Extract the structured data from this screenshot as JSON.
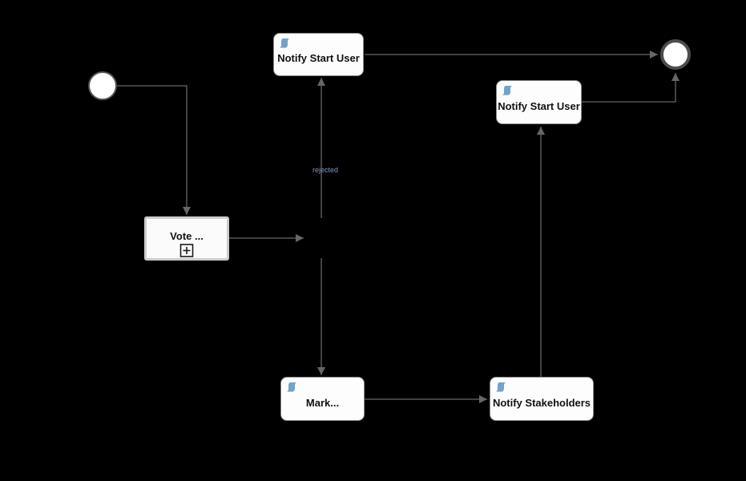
{
  "diagram": {
    "nodes": {
      "start_event": {
        "kind": "start-event"
      },
      "notify_start_user_top": {
        "kind": "script-task",
        "label": "Notify Start User"
      },
      "vote_subprocess": {
        "kind": "collapsed-subprocess",
        "label": "Vote ..."
      },
      "gateway": {
        "kind": "gateway"
      },
      "mark_task": {
        "kind": "script-task",
        "label": "Mark..."
      },
      "notify_stakeholders_task": {
        "kind": "script-task",
        "label": "Notify Stakeholders"
      },
      "notify_start_user_right": {
        "kind": "script-task",
        "label": "Notify Start User"
      },
      "end_event": {
        "kind": "end-event"
      }
    },
    "flow_labels": {
      "rejected": "rejected"
    },
    "colors": {
      "background": "#000000",
      "task_fill": "#fdfdfd",
      "task_border": "#888888",
      "subprocess_border": "#cccccc",
      "event_fill": "#ffffff",
      "start_event_border": "#555555",
      "end_event_border": "#4d4d4d",
      "flow": "#666666",
      "script_icon": "#74a3c9",
      "flow_label": "#7d9ac9",
      "gateway_fill": "#000000",
      "label_text": "#111111"
    }
  }
}
